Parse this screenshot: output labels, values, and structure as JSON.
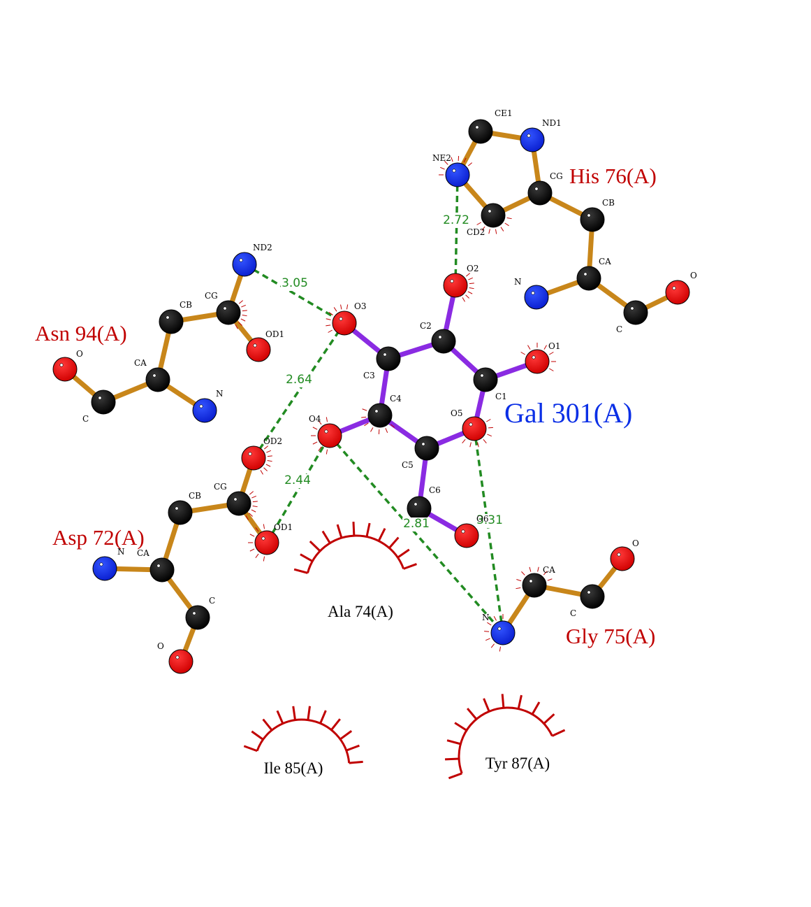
{
  "colors": {
    "residue_bond": "#c8861a",
    "ligand_bond": "#8a2be2",
    "carbon": "#000000",
    "nitrogen": "#0b2fe6",
    "oxygen": "#e00000",
    "hbond": "#228b22",
    "residue_label": "#c00000",
    "ligand_label": "#0b2fe6",
    "hydrophobic": "#c00000"
  },
  "ligand": {
    "name": "Gal 301(A)"
  },
  "residues": [
    {
      "id": "his76",
      "label": "His 76(A)"
    },
    {
      "id": "asn94",
      "label": "Asn 94(A)"
    },
    {
      "id": "asp72",
      "label": "Asp 72(A)"
    },
    {
      "id": "gly75",
      "label": "Gly 75(A)"
    }
  ],
  "hydrophobic": [
    {
      "id": "ala74",
      "label": "Ala 74(A)"
    },
    {
      "id": "ile85",
      "label": "Ile 85(A)"
    },
    {
      "id": "tyr87",
      "label": "Tyr 87(A)"
    }
  ],
  "hbonds": [
    {
      "id": "nd2-o3",
      "distance": "3.05"
    },
    {
      "id": "ne2-o2",
      "distance": "2.72"
    },
    {
      "id": "od2-o3",
      "distance": "2.64"
    },
    {
      "id": "od1-o4",
      "distance": "2.44"
    },
    {
      "id": "o4-n",
      "distance": "2.81"
    },
    {
      "id": "o5-n",
      "distance": "3.31"
    }
  ],
  "atoms": [
    {
      "id": "his_ce1",
      "element": "C",
      "name": "CE1"
    },
    {
      "id": "his_nd1",
      "element": "N",
      "name": "ND1"
    },
    {
      "id": "his_ne2",
      "element": "N",
      "name": "NE2"
    },
    {
      "id": "his_cg",
      "element": "C",
      "name": "CG"
    },
    {
      "id": "his_cd2",
      "element": "C",
      "name": "CD2"
    },
    {
      "id": "his_cb",
      "element": "C",
      "name": "CB"
    },
    {
      "id": "his_ca",
      "element": "C",
      "name": "CA"
    },
    {
      "id": "his_n",
      "element": "N",
      "name": "N"
    },
    {
      "id": "his_c",
      "element": "C",
      "name": "C"
    },
    {
      "id": "his_o",
      "element": "O",
      "name": "O"
    },
    {
      "id": "asn_nd2",
      "element": "N",
      "name": "ND2"
    },
    {
      "id": "asn_cg",
      "element": "C",
      "name": "CG"
    },
    {
      "id": "asn_cb",
      "element": "C",
      "name": "CB"
    },
    {
      "id": "asn_od1",
      "element": "O",
      "name": "OD1"
    },
    {
      "id": "asn_ca",
      "element": "C",
      "name": "CA"
    },
    {
      "id": "asn_n",
      "element": "N",
      "name": "N"
    },
    {
      "id": "asn_c",
      "element": "C",
      "name": "C"
    },
    {
      "id": "asn_o",
      "element": "O",
      "name": "O"
    },
    {
      "id": "gal_o2",
      "element": "O",
      "name": "O2"
    },
    {
      "id": "gal_o3",
      "element": "O",
      "name": "O3"
    },
    {
      "id": "gal_c2",
      "element": "C",
      "name": "C2"
    },
    {
      "id": "gal_c3",
      "element": "C",
      "name": "C3"
    },
    {
      "id": "gal_o1",
      "element": "O",
      "name": "O1"
    },
    {
      "id": "gal_c1",
      "element": "C",
      "name": "C1"
    },
    {
      "id": "gal_c4",
      "element": "C",
      "name": "C4"
    },
    {
      "id": "gal_o5",
      "element": "O",
      "name": "O5"
    },
    {
      "id": "gal_o4",
      "element": "O",
      "name": "O4"
    },
    {
      "id": "gal_c5",
      "element": "C",
      "name": "C5"
    },
    {
      "id": "gal_c6",
      "element": "C",
      "name": "C6"
    },
    {
      "id": "gal_o6",
      "element": "O",
      "name": "O6"
    },
    {
      "id": "asp_od2",
      "element": "O",
      "name": "OD2"
    },
    {
      "id": "asp_cg",
      "element": "C",
      "name": "CG"
    },
    {
      "id": "asp_cb",
      "element": "C",
      "name": "CB"
    },
    {
      "id": "asp_od1",
      "element": "O",
      "name": "OD1"
    },
    {
      "id": "asp_n",
      "element": "N",
      "name": "N"
    },
    {
      "id": "asp_ca",
      "element": "C",
      "name": "CA"
    },
    {
      "id": "asp_c",
      "element": "C",
      "name": "C"
    },
    {
      "id": "asp_o",
      "element": "O",
      "name": "O"
    },
    {
      "id": "gly_ca",
      "element": "C",
      "name": "CA"
    },
    {
      "id": "gly_c",
      "element": "C",
      "name": "C"
    },
    {
      "id": "gly_o",
      "element": "O",
      "name": "O"
    },
    {
      "id": "gly_n",
      "element": "N",
      "name": "N"
    }
  ]
}
